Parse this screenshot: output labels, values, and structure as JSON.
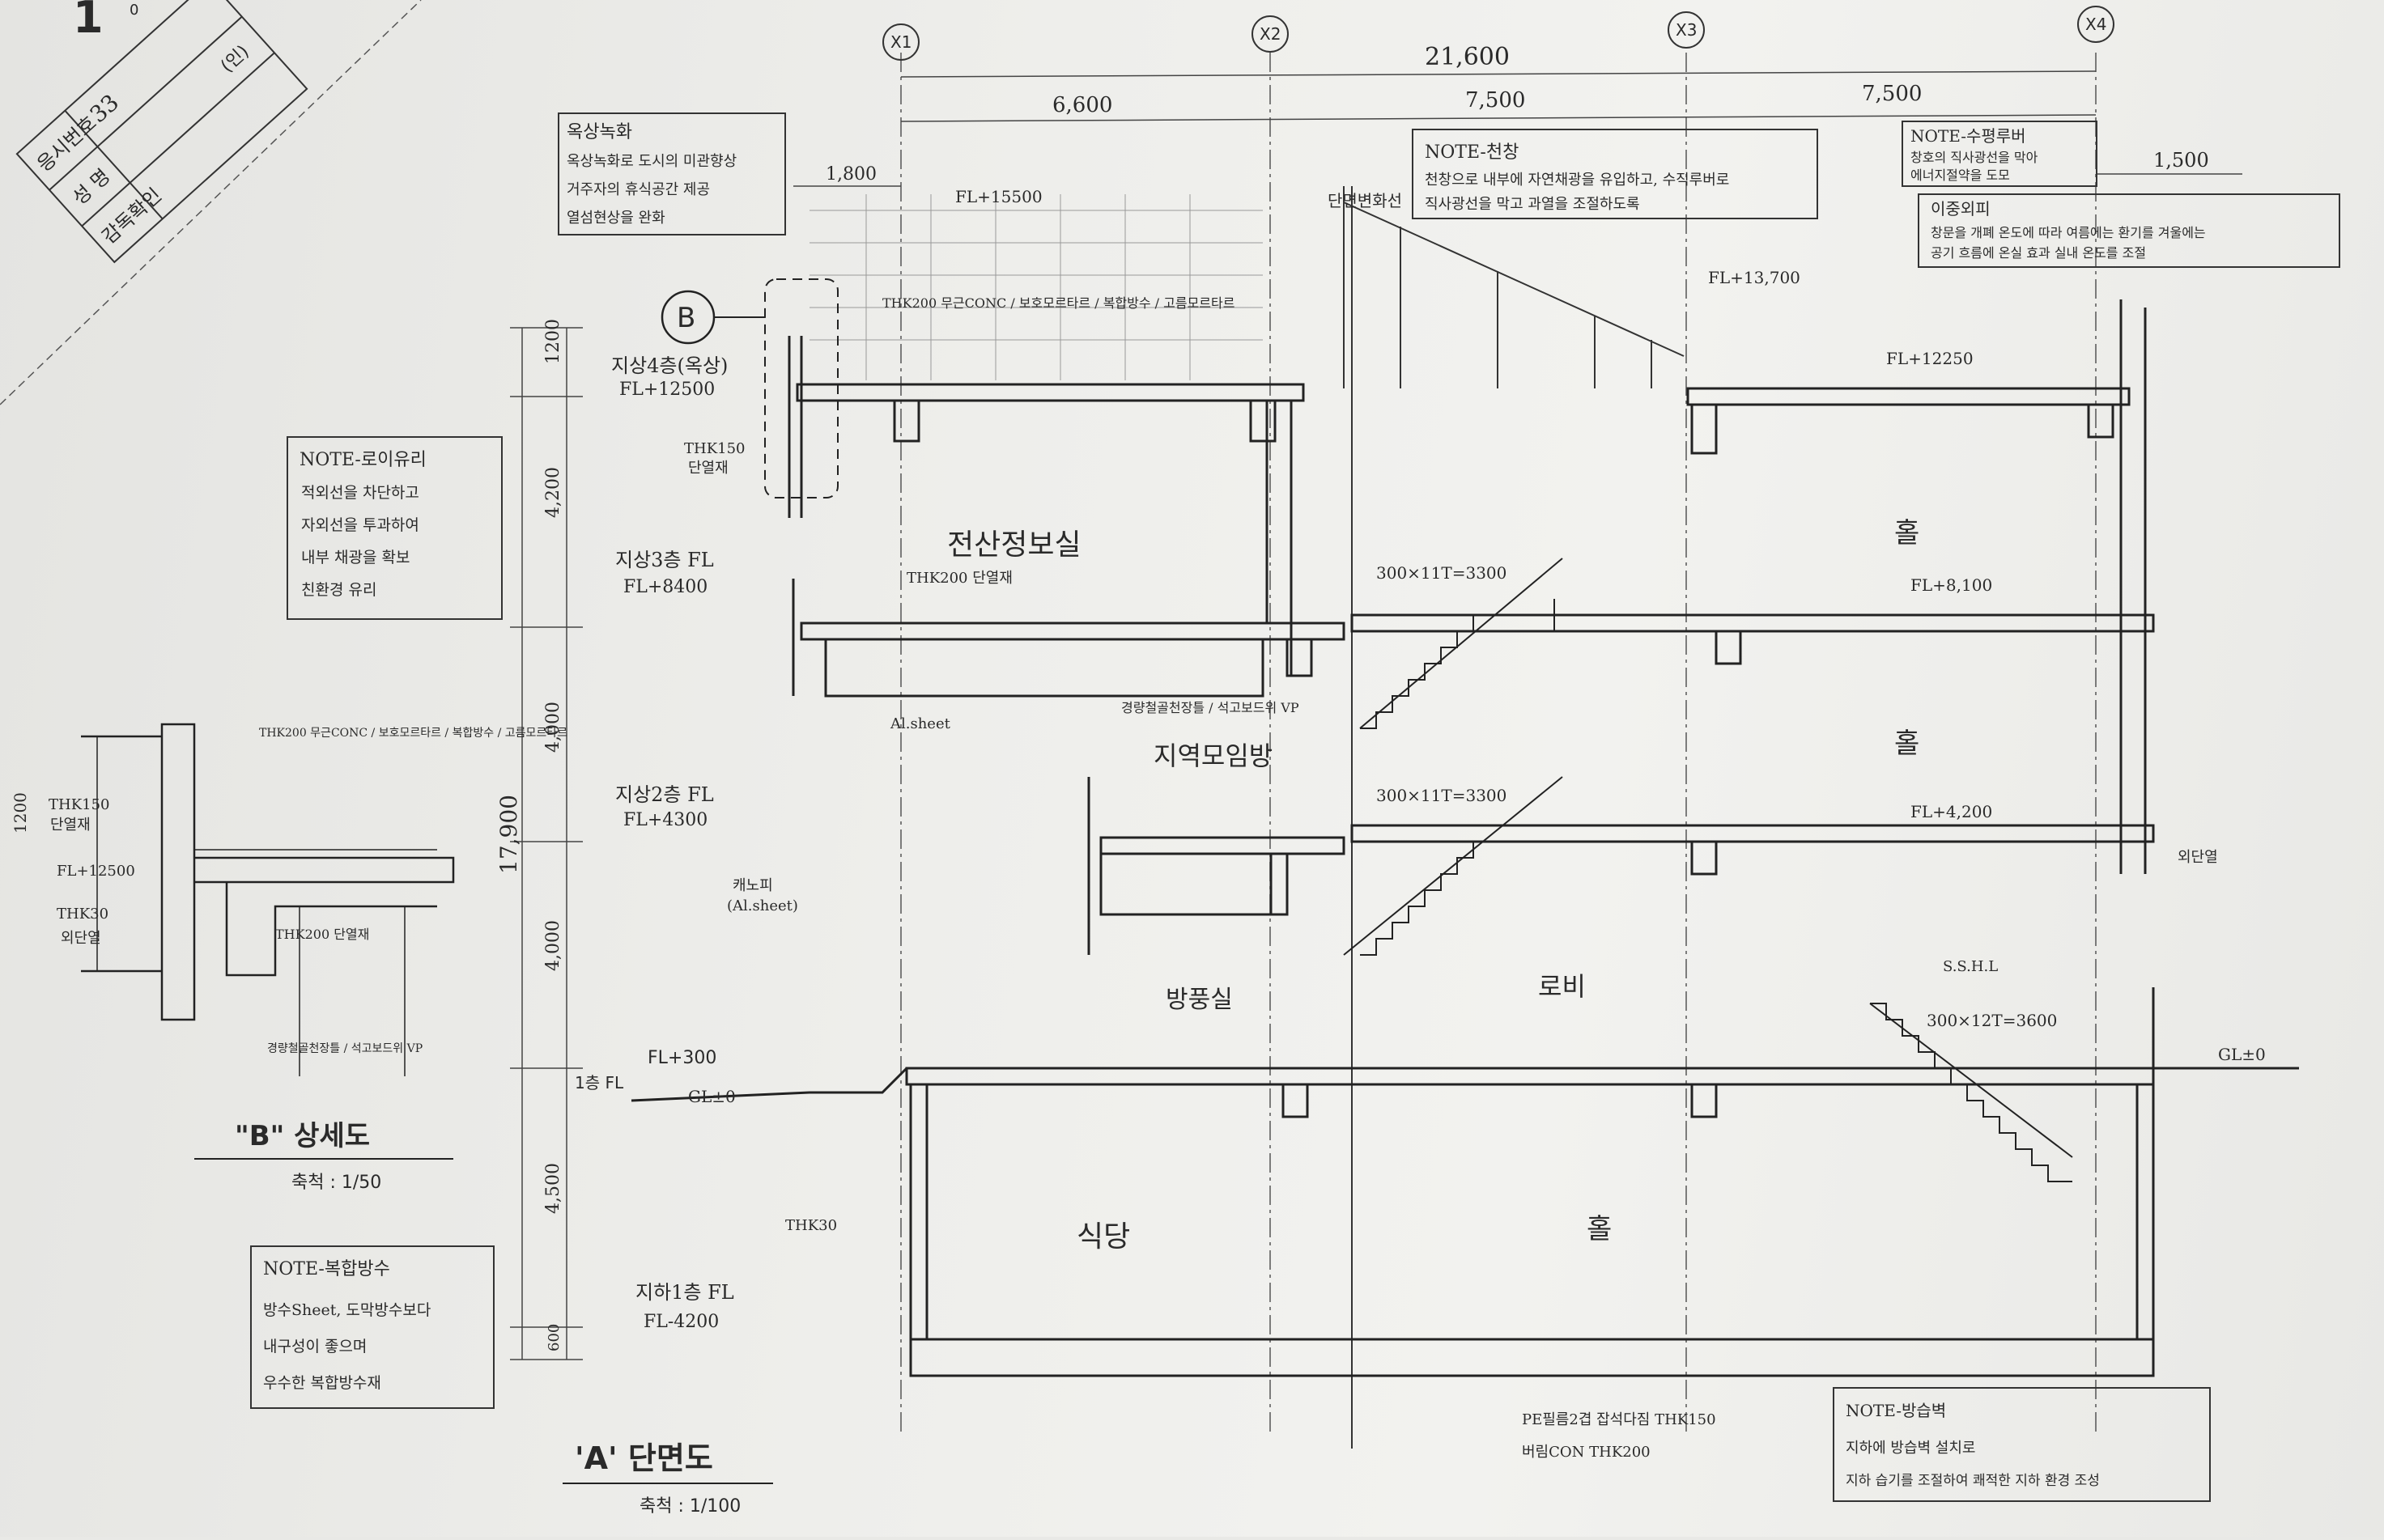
{
  "stamp": {
    "page_no": "1",
    "corner_text": "0",
    "row1_label": "응시번호",
    "row1_value": "33",
    "row2_label": "성 명",
    "row2_value": "(인)",
    "row3_label": "감독확인"
  },
  "grid": {
    "x1": "X1",
    "x2": "X2",
    "x3": "X3",
    "x4": "X4",
    "total": "21,600",
    "span1": "6,600",
    "span2": "7,500",
    "span3": "7,500",
    "cantilever": "1,500",
    "left_offset": "1,800"
  },
  "heights": {
    "h1": "1200",
    "h2": "4,200",
    "h3": "4,000",
    "h4": "4,000",
    "h5": "4,500",
    "h6": "600",
    "total": "17,900"
  },
  "levels": {
    "roof": "지상4층(옥상)",
    "roof_fl": "FL+12500",
    "f3": "지상3층 FL",
    "f3_fl": "FL+8400",
    "f2": "지상2층 FL",
    "f2_fl": "FL+4300",
    "f1": "1층 FL",
    "f1_fl": "FL+300",
    "gl": "GL±0",
    "b1": "지하1층 FL",
    "b1_fl": "FL-4200",
    "top": "FL+15500",
    "right_roof": "FL+12250",
    "skylight_fl": "FL+13,700",
    "right_f3": "FL+8,100",
    "right_f2": "FL+4,200",
    "right_gl": "GL±0"
  },
  "rooms": {
    "r1": "전산정보실",
    "r2": "지역모임방",
    "r3": "방풍실",
    "r4": "로비",
    "r5": "홀",
    "r6": "홀",
    "r7": "식당",
    "r8": "홀"
  },
  "stairs": {
    "s1": "300×11T=3300",
    "s2": "300×11T=3300",
    "s3": "300×12T=3600",
    "s4": "S.S.H.L"
  },
  "section_cut": "단면변화선",
  "notes": {
    "n1_title": "옥상녹화",
    "n1_l1": "옥상녹화로 도시의 미관향상",
    "n1_l2": "거주자의 휴식공간 제공",
    "n1_l3": "열섬현상을 완화",
    "n2_title": "NOTE-천창",
    "n2_l1": "천창으로 내부에 자연채광을 유입하고, 수직루버로",
    "n2_l2": "직사광선을 막고 과열을 조절하도록",
    "n3_title": "NOTE-수평루버",
    "n3_l1": "창호의 직사광선을 막아",
    "n3_l2": "에너지절약을 도모",
    "n4_title": "이중외피",
    "n4_l1": "창문을 개폐 온도에 따라 여름에는 환기를 겨울에는",
    "n4_l2": "공기 흐름에 온실 효과 실내 온도를 조절",
    "n5_title": "NOTE-로이유리",
    "n5_l1": "적외선을 차단하고",
    "n5_l2": "자외선을 투과하여",
    "n5_l3": "내부 채광을 확보",
    "n5_l4": "친환경 유리",
    "n6_title": "NOTE-복합방수",
    "n6_l1": "방수Sheet, 도막방수보다",
    "n6_l2": "내구성이 좋으며",
    "n6_l3": "우수한 복합방수재",
    "n7_title": "NOTE-방습벽",
    "n7_l1": "지하에 방습벽 설치로",
    "n7_l2": "지하 습기를 조절하여 쾌적한 지하 환경 조성"
  },
  "labels": {
    "b_tag": "B",
    "detail_title": "\"B\" 상세도",
    "detail_scale": "축척 : 1/50",
    "section_title": "'A' 단면도",
    "section_scale": "축척 : 1/100",
    "thk150": "THK150",
    "dan": "단열재",
    "thk30": "THK30",
    "insul": "외단열",
    "alsheet": "Al.sheet",
    "canopy": "캐노피",
    "canopy2": "(Al.sheet)",
    "thk200": "THK200 단열재",
    "detail_fl": "FL+12500",
    "detail_h": "1200",
    "roof_layers": "THK200 무근CONC / 보호모르타르 / 복합방수 / 고름모르타르",
    "floor_layers": "경량철골천장틀 / 석고보드위 VP",
    "pit": "PE필름2겹 잡석다짐 THK150",
    "bf": "버림CON THK200"
  }
}
